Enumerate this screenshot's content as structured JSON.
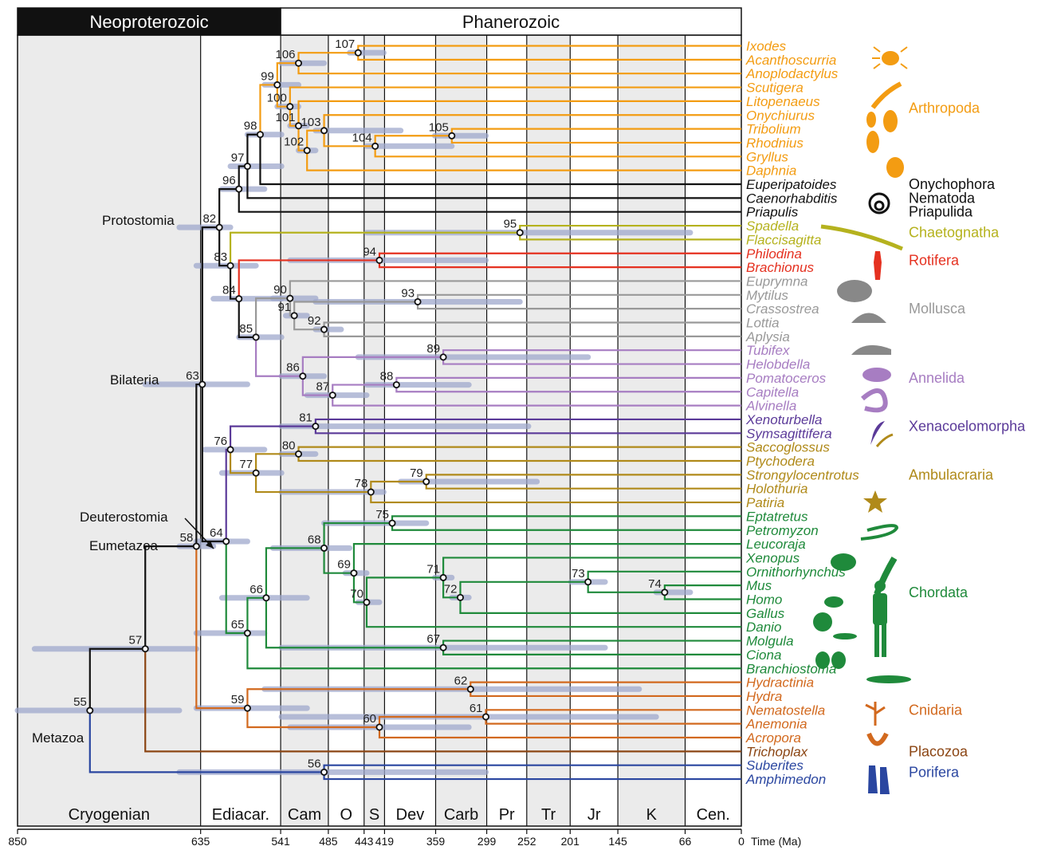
{
  "eras": [
    {
      "label": "Neoproterozoic",
      "age_start": 850,
      "age_end": 541,
      "fill": "#111111",
      "text_color": "#ffffff"
    },
    {
      "label": "Phanerozoic",
      "age_start": 541,
      "age_end": 0,
      "fill": "#ffffff",
      "text_color": "#111111"
    }
  ],
  "periods": [
    {
      "label": "Cryogenian",
      "start": 850,
      "end": 635,
      "shaded": true
    },
    {
      "label": "Ediacar.",
      "start": 635,
      "end": 541,
      "shaded": false
    },
    {
      "label": "Cam",
      "start": 541,
      "end": 485,
      "shaded": true
    },
    {
      "label": "O",
      "start": 485,
      "end": 443,
      "shaded": false
    },
    {
      "label": "S",
      "start": 443,
      "end": 419,
      "shaded": true
    },
    {
      "label": "Dev",
      "start": 419,
      "end": 359,
      "shaded": false
    },
    {
      "label": "Carb",
      "start": 359,
      "end": 299,
      "shaded": true
    },
    {
      "label": "Pr",
      "start": 299,
      "end": 252,
      "shaded": false
    },
    {
      "label": "Tr",
      "start": 252,
      "end": 201,
      "shaded": true
    },
    {
      "label": "Jr",
      "start": 201,
      "end": 145,
      "shaded": false
    },
    {
      "label": "K",
      "start": 145,
      "end": 66,
      "shaded": true
    },
    {
      "label": "Cen.",
      "start": 66,
      "end": 0,
      "shaded": false
    }
  ],
  "axis": {
    "ticks": [
      "850",
      "635",
      "541",
      "485",
      "443",
      "419",
      "359",
      "299",
      "252",
      "201",
      "145",
      "66",
      "0"
    ],
    "title": "Time (Ma)"
  },
  "taxa": [
    {
      "name": "Ixodes",
      "color": "#f39c12"
    },
    {
      "name": "Acanthoscurria",
      "color": "#f39c12"
    },
    {
      "name": "Anoplodactylus",
      "color": "#f39c12"
    },
    {
      "name": "Scutigera",
      "color": "#f39c12"
    },
    {
      "name": "Litopenaeus",
      "color": "#f39c12"
    },
    {
      "name": "Onychiurus",
      "color": "#f39c12"
    },
    {
      "name": "Tribolium",
      "color": "#f39c12"
    },
    {
      "name": "Rhodnius",
      "color": "#f39c12"
    },
    {
      "name": "Gryllus",
      "color": "#f39c12"
    },
    {
      "name": "Daphnia",
      "color": "#f39c12"
    },
    {
      "name": "Euperipatoides",
      "color": "#111111"
    },
    {
      "name": "Caenorhabditis",
      "color": "#111111"
    },
    {
      "name": "Priapulis",
      "color": "#111111"
    },
    {
      "name": "Spadella",
      "color": "#b5b21e"
    },
    {
      "name": "Flaccisagitta",
      "color": "#b5b21e"
    },
    {
      "name": "Philodina",
      "color": "#e53120"
    },
    {
      "name": "Brachionus",
      "color": "#e53120"
    },
    {
      "name": "Euprymna",
      "color": "#999999"
    },
    {
      "name": "Mytilus",
      "color": "#999999"
    },
    {
      "name": "Crassostrea",
      "color": "#999999"
    },
    {
      "name": "Lottia",
      "color": "#999999"
    },
    {
      "name": "Aplysia",
      "color": "#999999"
    },
    {
      "name": "Tubifex",
      "color": "#a77dc2"
    },
    {
      "name": "Helobdella",
      "color": "#a77dc2"
    },
    {
      "name": "Pomatoceros",
      "color": "#a77dc2"
    },
    {
      "name": "Capitella",
      "color": "#a77dc2"
    },
    {
      "name": "Alvinella",
      "color": "#a77dc2"
    },
    {
      "name": "Xenoturbella",
      "color": "#5b3a99"
    },
    {
      "name": "Symsagittifera",
      "color": "#5b3a99"
    },
    {
      "name": "Saccoglossus",
      "color": "#b08a1a"
    },
    {
      "name": "Ptychodera",
      "color": "#b08a1a"
    },
    {
      "name": "Strongylocentrotus",
      "color": "#b08a1a"
    },
    {
      "name": "Holothuria",
      "color": "#b08a1a"
    },
    {
      "name": "Patiria",
      "color": "#b08a1a"
    },
    {
      "name": "Eptatretus",
      "color": "#1f8a3b"
    },
    {
      "name": "Petromyzon",
      "color": "#1f8a3b"
    },
    {
      "name": "Leucoraja",
      "color": "#1f8a3b"
    },
    {
      "name": "Xenopus",
      "color": "#1f8a3b"
    },
    {
      "name": "Ornithorhynchus",
      "color": "#1f8a3b"
    },
    {
      "name": "Mus",
      "color": "#1f8a3b"
    },
    {
      "name": "Homo",
      "color": "#1f8a3b"
    },
    {
      "name": "Gallus",
      "color": "#1f8a3b"
    },
    {
      "name": "Danio",
      "color": "#1f8a3b"
    },
    {
      "name": "Molgula",
      "color": "#1f8a3b"
    },
    {
      "name": "Ciona",
      "color": "#1f8a3b"
    },
    {
      "name": "Branchiostoma",
      "color": "#1f8a3b"
    },
    {
      "name": "Hydractinia",
      "color": "#d2691e"
    },
    {
      "name": "Hydra",
      "color": "#d2691e"
    },
    {
      "name": "Nematostella",
      "color": "#d2691e"
    },
    {
      "name": "Anemonia",
      "color": "#d2691e"
    },
    {
      "name": "Acropora",
      "color": "#d2691e"
    },
    {
      "name": "Trichoplax",
      "color": "#8b4513"
    },
    {
      "name": "Suberites",
      "color": "#2a46a0"
    },
    {
      "name": "Amphimedon",
      "color": "#2a46a0"
    }
  ],
  "groups": [
    {
      "label": "Arthropoda",
      "color": "#f39c12",
      "first": 0,
      "last": 9
    },
    {
      "label": "Onychophora",
      "color": "#111111",
      "first": 10,
      "last": 10
    },
    {
      "label": "Nematoda",
      "color": "#111111",
      "first": 11,
      "last": 11
    },
    {
      "label": "Priapulida",
      "color": "#111111",
      "first": 12,
      "last": 12
    },
    {
      "label": "Chaetognatha",
      "color": "#b5b21e",
      "first": 13,
      "last": 14
    },
    {
      "label": "Rotifera",
      "color": "#e53120",
      "first": 15,
      "last": 16
    },
    {
      "label": "Mollusca",
      "color": "#999999",
      "first": 17,
      "last": 21
    },
    {
      "label": "Annelida",
      "color": "#a77dc2",
      "first": 22,
      "last": 26
    },
    {
      "label": "Xenacoelomorpha",
      "color": "#5b3a99",
      "first": 27,
      "last": 28
    },
    {
      "label": "Ambulacraria",
      "color": "#b08a1a",
      "first": 29,
      "last": 33
    },
    {
      "label": "Chordata",
      "color": "#1f8a3b",
      "first": 34,
      "last": 45
    },
    {
      "label": "Cnidaria",
      "color": "#d2691e",
      "first": 46,
      "last": 50
    },
    {
      "label": "Placozoa",
      "color": "#8b4513",
      "first": 51,
      "last": 51
    },
    {
      "label": "Porifera",
      "color": "#2a46a0",
      "first": 52,
      "last": 53
    }
  ],
  "clade_labels": [
    "Protostomia",
    "Bilateria",
    "Deuterostomia",
    "Eumetazoa",
    "Metazoa"
  ],
  "nodes": [
    {
      "id": "55",
      "age": 765,
      "color": "#111111",
      "ci": [
        850,
        660
      ],
      "children": [
        "57",
        "56"
      ]
    },
    {
      "id": "56",
      "age": 490,
      "color": "#2a46a0",
      "ci": [
        660,
        300
      ],
      "children": [
        "Suberites",
        "Amphimedon"
      ]
    },
    {
      "id": "57",
      "age": 700,
      "color": "#111111",
      "ci": [
        830,
        640
      ],
      "children": [
        "58",
        "Trichoplax"
      ]
    },
    {
      "id": "58",
      "age": 640,
      "color": "#111111",
      "ci": [
        660,
        620
      ],
      "children": [
        "63",
        "59"
      ]
    },
    {
      "id": "59",
      "age": 580,
      "color": "#d2691e",
      "ci": [
        640,
        510
      ],
      "children": [
        "62",
        "60"
      ]
    },
    {
      "id": "62",
      "age": 318,
      "color": "#d2691e",
      "ci": [
        560,
        120
      ],
      "children": [
        "Hydractinia",
        "Hydra"
      ]
    },
    {
      "id": "60",
      "age": 425,
      "color": "#d2691e",
      "ci": [
        530,
        320
      ],
      "children": [
        "61",
        "Acropora"
      ]
    },
    {
      "id": "61",
      "age": 300,
      "color": "#d2691e",
      "ci": [
        540,
        100
      ],
      "children": [
        "Nematostella",
        "Anemonia"
      ]
    },
    {
      "id": "63",
      "age": 633,
      "color": "#111111",
      "ci": [
        700,
        580
      ],
      "children": [
        "82",
        "64"
      ]
    },
    {
      "id": "64",
      "age": 605,
      "color": "#111111",
      "ci": [
        640,
        580
      ],
      "children": [
        "76",
        "65"
      ]
    },
    {
      "id": "65",
      "age": 580,
      "color": "#1f8a3b",
      "ci": [
        640,
        560
      ],
      "children": [
        "66",
        "Branchiostoma"
      ]
    },
    {
      "id": "66",
      "age": 558,
      "color": "#1f8a3b",
      "ci": [
        610,
        510
      ],
      "children": [
        "68",
        "67"
      ]
    },
    {
      "id": "67",
      "age": 350,
      "color": "#1f8a3b",
      "ci": [
        540,
        160
      ],
      "children": [
        "Molgula",
        "Ciona"
      ]
    },
    {
      "id": "68",
      "age": 490,
      "color": "#1f8a3b",
      "ci": [
        550,
        460
      ],
      "children": [
        "75",
        "69"
      ]
    },
    {
      "id": "75",
      "age": 410,
      "color": "#1f8a3b",
      "ci": [
        490,
        370
      ],
      "children": [
        "Eptatretus",
        "Petromyzon"
      ]
    },
    {
      "id": "69",
      "age": 455,
      "color": "#1f8a3b",
      "ci": [
        465,
        440
      ],
      "children": [
        "Leucoraja",
        "70"
      ]
    },
    {
      "id": "70",
      "age": 440,
      "color": "#1f8a3b",
      "ci": [
        450,
        425
      ],
      "children": [
        "71",
        "Danio"
      ]
    },
    {
      "id": "71",
      "age": 350,
      "color": "#1f8a3b",
      "ci": [
        360,
        340
      ],
      "children": [
        "Xenopus",
        "72"
      ]
    },
    {
      "id": "72",
      "age": 330,
      "color": "#1f8a3b",
      "ci": [
        340,
        320
      ],
      "children": [
        "73",
        "Gallus"
      ]
    },
    {
      "id": "73",
      "age": 180,
      "color": "#1f8a3b",
      "ci": [
        200,
        160
      ],
      "children": [
        "Ornithorhynchus",
        "74"
      ]
    },
    {
      "id": "74",
      "age": 90,
      "color": "#1f8a3b",
      "ci": [
        100,
        60
      ],
      "children": [
        "Mus",
        "Homo"
      ]
    },
    {
      "id": "76",
      "age": 600,
      "color": "#5b3a99",
      "ci": [
        630,
        560
      ],
      "children": [
        "81",
        "77"
      ]
    },
    {
      "id": "81",
      "age": 500,
      "color": "#5b3a99",
      "ci": [
        540,
        250
      ],
      "children": [
        "Xenoturbella",
        "Symsagittifera"
      ]
    },
    {
      "id": "77",
      "age": 570,
      "color": "#b08a1a",
      "ci": [
        610,
        540
      ],
      "children": [
        "80",
        "78"
      ]
    },
    {
      "id": "80",
      "age": 520,
      "color": "#b08a1a",
      "ci": [
        540,
        500
      ],
      "children": [
        "Saccoglossus",
        "Ptychodera"
      ]
    },
    {
      "id": "78",
      "age": 435,
      "color": "#b08a1a",
      "ci": [
        540,
        420
      ],
      "children": [
        "79",
        "Patiria"
      ]
    },
    {
      "id": "79",
      "age": 370,
      "color": "#b08a1a",
      "ci": [
        400,
        240
      ],
      "children": [
        "Strongylocentrotus",
        "Holothuria"
      ]
    },
    {
      "id": "82",
      "age": 613,
      "color": "#111111",
      "ci": [
        660,
        600
      ],
      "children": [
        "96",
        "83"
      ]
    },
    {
      "id": "96",
      "age": 590,
      "color": "#111111",
      "ci": [
        610,
        560
      ],
      "children": [
        "97",
        "Priapulis"
      ]
    },
    {
      "id": "97",
      "age": 580,
      "color": "#111111",
      "ci": [
        600,
        540
      ],
      "children": [
        "98",
        "Caenorhabditis"
      ]
    },
    {
      "id": "98",
      "age": 565,
      "color": "#111111",
      "ci": [
        580,
        540
      ],
      "children": [
        "99",
        "Euperipatoides"
      ]
    },
    {
      "id": "99",
      "age": 545,
      "color": "#f39c12",
      "ci": [
        560,
        520
      ],
      "children": [
        "106",
        "100"
      ]
    },
    {
      "id": "106",
      "age": 520,
      "color": "#f39c12",
      "ci": [
        540,
        490
      ],
      "children": [
        "107",
        "Anoplodactylus"
      ]
    },
    {
      "id": "107",
      "age": 450,
      "color": "#f39c12",
      "ci": [
        460,
        420
      ],
      "children": [
        "Ixodes",
        "Acanthoscurria"
      ]
    },
    {
      "id": "100",
      "age": 530,
      "color": "#f39c12",
      "ci": [
        545,
        520
      ],
      "children": [
        "Scutigera",
        "101"
      ]
    },
    {
      "id": "101",
      "age": 520,
      "color": "#f39c12",
      "ci": [
        530,
        510
      ],
      "children": [
        "Litopenaeus",
        "102"
      ]
    },
    {
      "id": "102",
      "age": 510,
      "color": "#f39c12",
      "ci": [
        520,
        500
      ],
      "children": [
        "103",
        "Daphnia"
      ]
    },
    {
      "id": "103",
      "age": 490,
      "color": "#f39c12",
      "ci": [
        500,
        400
      ],
      "children": [
        "Onychiurus",
        "104"
      ]
    },
    {
      "id": "104",
      "age": 430,
      "color": "#f39c12",
      "ci": [
        440,
        340
      ],
      "children": [
        "105",
        "Gryllus"
      ]
    },
    {
      "id": "105",
      "age": 340,
      "color": "#f39c12",
      "ci": [
        360,
        300
      ],
      "children": [
        "Tribolium",
        "Rhodnius"
      ]
    },
    {
      "id": "83",
      "age": 600,
      "color": "#111111",
      "ci": [
        640,
        570
      ],
      "children": [
        "95",
        "84"
      ]
    },
    {
      "id": "95",
      "age": 260,
      "color": "#b5b21e",
      "ci": [
        440,
        60
      ],
      "children": [
        "Spadella",
        "Flaccisagitta"
      ]
    },
    {
      "id": "84",
      "age": 590,
      "color": "#111111",
      "ci": [
        620,
        540
      ],
      "children": [
        "94",
        "85"
      ]
    },
    {
      "id": "94",
      "age": 425,
      "color": "#e53120",
      "ci": [
        530,
        300
      ],
      "children": [
        "Philodina",
        "Brachionus"
      ]
    },
    {
      "id": "85",
      "age": 570,
      "color": "#111111",
      "ci": [
        590,
        540
      ],
      "children": [
        "90",
        "86"
      ]
    },
    {
      "id": "90",
      "age": 530,
      "color": "#999999",
      "ci": [
        550,
        500
      ],
      "children": [
        "Euprymna",
        "91"
      ]
    },
    {
      "id": "91",
      "age": 525,
      "color": "#999999",
      "ci": [
        535,
        510
      ],
      "children": [
        "93",
        "92"
      ]
    },
    {
      "id": "93",
      "age": 380,
      "color": "#999999",
      "ci": [
        500,
        260
      ],
      "children": [
        "Mytilus",
        "Crassostrea"
      ]
    },
    {
      "id": "92",
      "age": 490,
      "color": "#999999",
      "ci": [
        500,
        470
      ],
      "children": [
        "Lottia",
        "Aplysia"
      ]
    },
    {
      "id": "86",
      "age": 515,
      "color": "#a77dc2",
      "ci": [
        540,
        490
      ],
      "children": [
        "89",
        "87"
      ]
    },
    {
      "id": "89",
      "age": 350,
      "color": "#a77dc2",
      "ci": [
        450,
        180
      ],
      "children": [
        "Tubifex",
        "Helobdella"
      ]
    },
    {
      "id": "87",
      "age": 480,
      "color": "#a77dc2",
      "ci": [
        510,
        440
      ],
      "children": [
        "88",
        "Alvinella"
      ]
    },
    {
      "id": "88",
      "age": 405,
      "color": "#a77dc2",
      "ci": [
        440,
        320
      ],
      "children": [
        "Pomatoceros",
        "Capitella"
      ]
    }
  ]
}
